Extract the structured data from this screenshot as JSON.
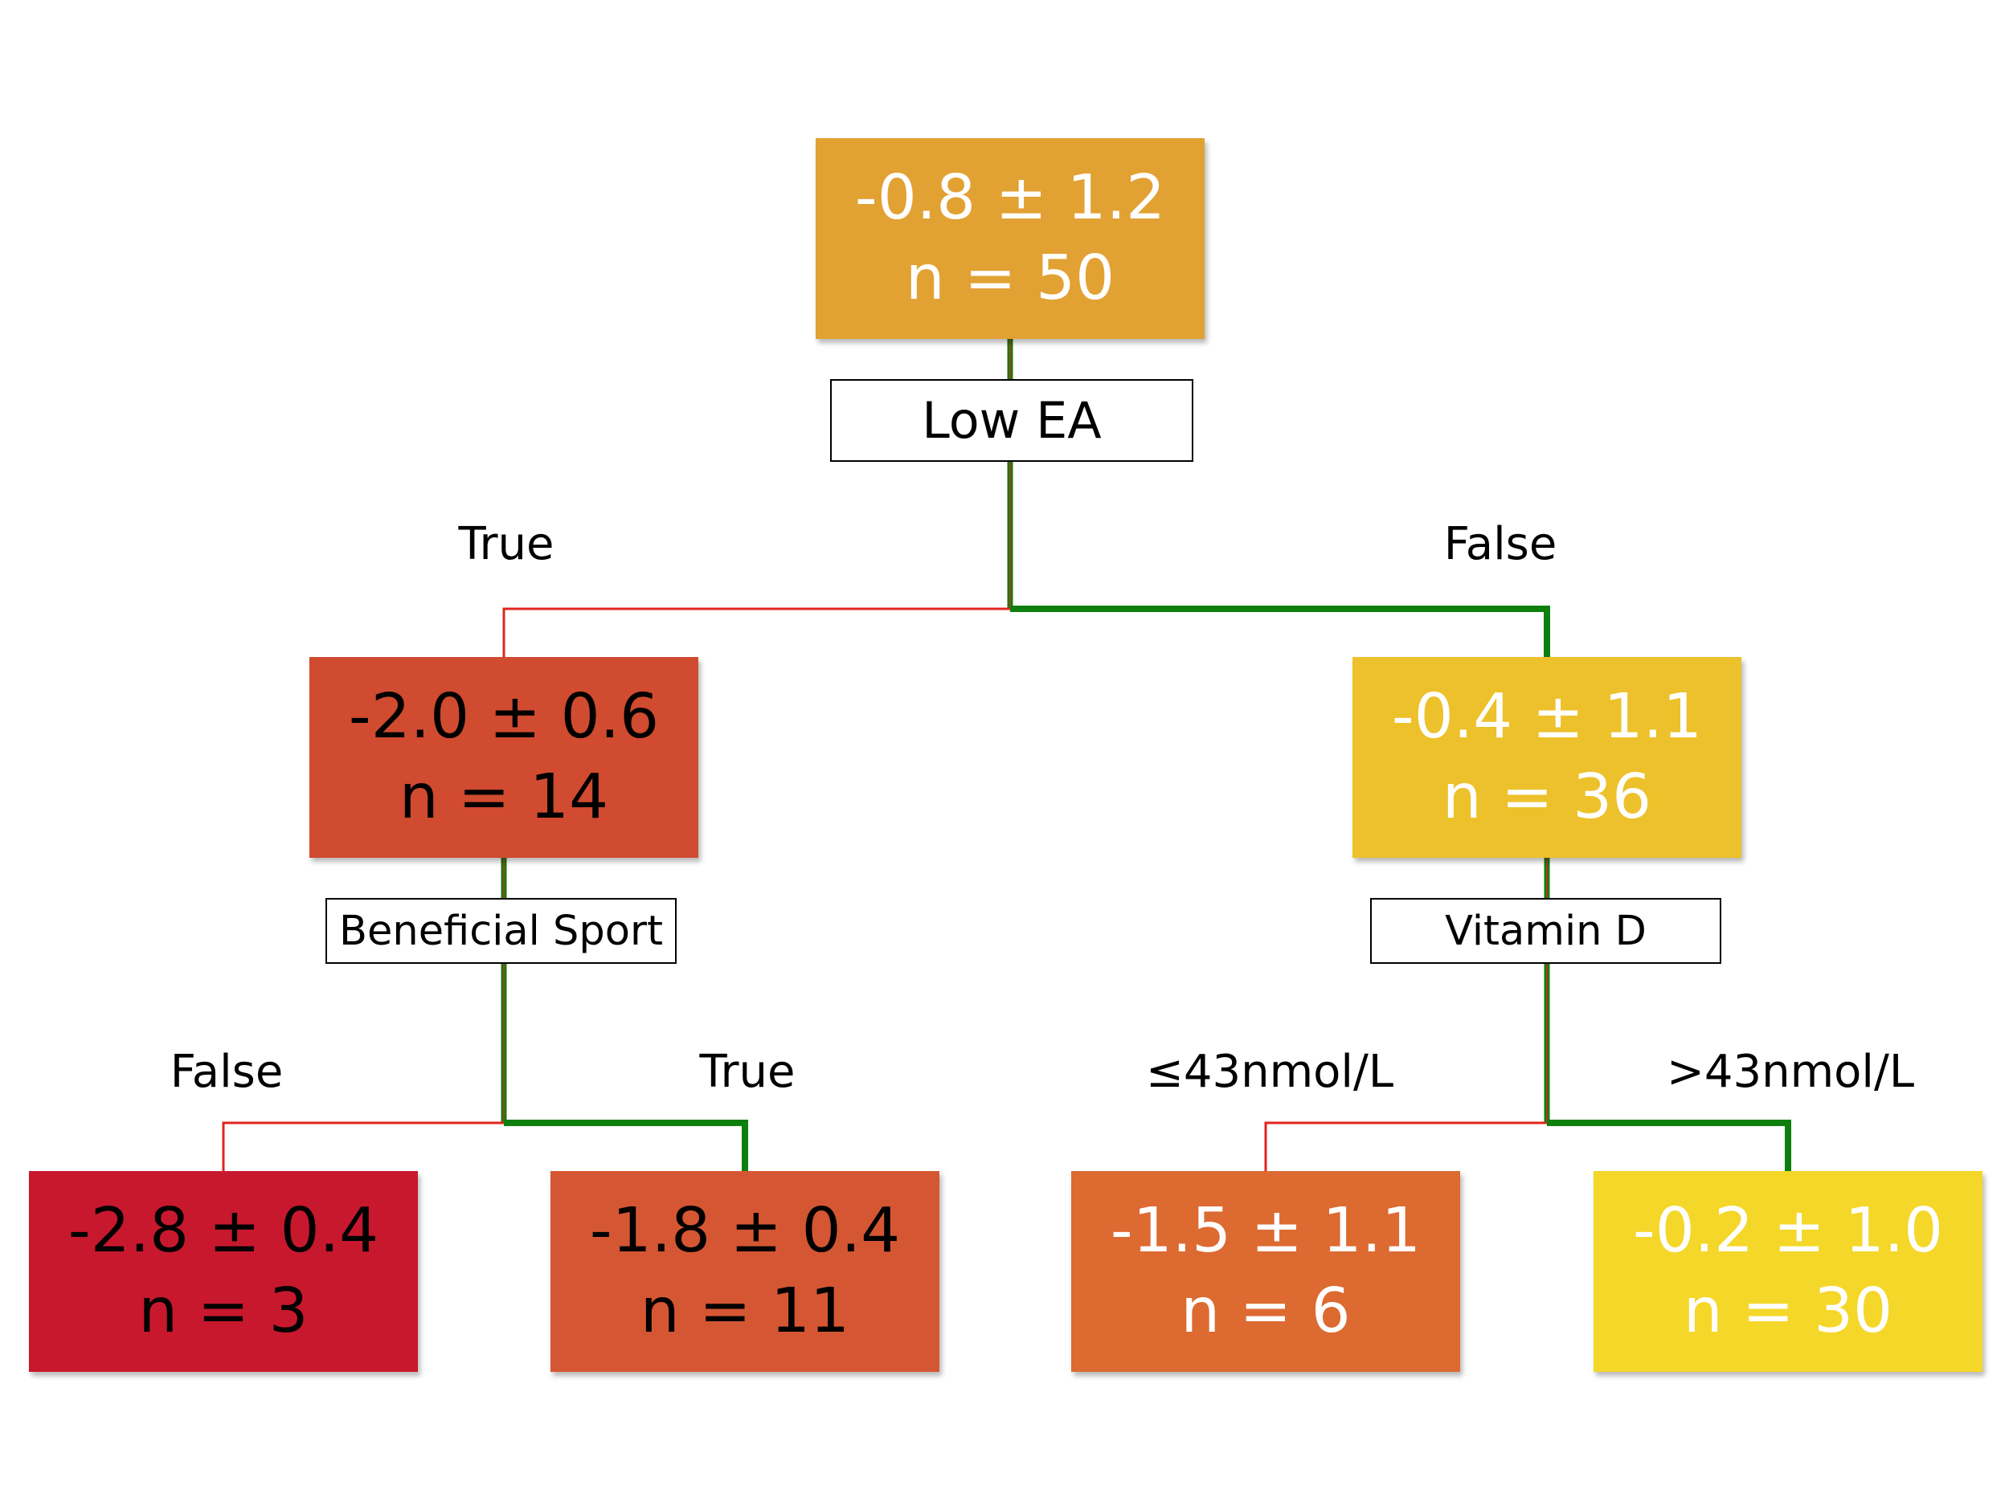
{
  "nodes": {
    "root": {
      "value": "-0.8 ± 1.2",
      "count": "n = 50",
      "color": "#E2A133",
      "text_color": "#ffffff"
    },
    "left": {
      "value": "-2.0 ± 0.6",
      "count": "n = 14",
      "color": "#D04B2F",
      "text_color": "#000000"
    },
    "right": {
      "value": "-0.4 ± 1.1",
      "count": "n = 36",
      "color": "#EDC12B",
      "text_color": "#ffffff"
    },
    "left_left": {
      "value": "-2.8 ± 0.4",
      "count": "n = 3",
      "color": "#C8182E",
      "text_color": "#000000"
    },
    "left_right": {
      "value": "-1.8 ± 0.4",
      "count": "n = 11",
      "color": "#D55633",
      "text_color": "#000000"
    },
    "right_left": {
      "value": "-1.5 ± 1.1",
      "count": "n = 6",
      "color": "#DC6A31",
      "text_color": "#ffffff"
    },
    "right_right": {
      "value": "-0.2 ± 1.0",
      "count": "n = 30",
      "color": "#F4D728",
      "text_color": "#ffffff"
    }
  },
  "splits": {
    "root": "Low EA",
    "left": "Beneficial Sport",
    "right": "Vitamin D"
  },
  "edge_labels": {
    "root_left": "True",
    "root_right": "False",
    "left_left": "False",
    "left_right": "True",
    "right_left": "≤43nmol/L",
    "right_right": ">43nmol/L"
  },
  "colors": {
    "true_branch": "#E0261E",
    "false_branch": "#0E7F0E",
    "trunk_outer": "#0E7F0E",
    "trunk_inner": "#B03A1A"
  }
}
